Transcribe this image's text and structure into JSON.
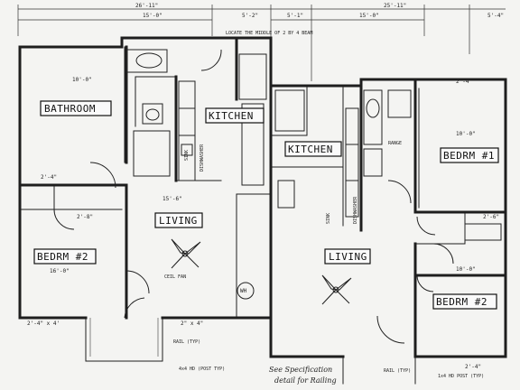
{
  "rooms": {
    "bathroom_1": "BATHROOM",
    "kitchen_1": "KITCHEN",
    "living_1": "LIVING",
    "bedroom_2_left": "BEDRM #2",
    "kitchen_2": "KITCHEN",
    "living_2": "LIVING",
    "bedroom_1_right": "BEDRM #1",
    "bedroom_2_right": "BEDRM #2"
  },
  "dimensions": {
    "top_left_overall": "26'-11\"",
    "top_left_sub": "15'-0\"",
    "top_mid_a": "5'-2\"",
    "top_mid_b": "5'-1\"",
    "top_right_overall": "25'-11\"",
    "top_right_sub": "15'-0\"",
    "top_right_end": "5'-4\"",
    "bath_width": "10'-0\"",
    "living_width": "15'-6\"",
    "bedrm2_left_width": "16'-0\"",
    "left_door": "2'-4\"",
    "left_opening": "2'-8\"",
    "bedrm1_right_width": "10'-0\"",
    "bedrm2_right_width": "10'-0\"",
    "door_2_4_left": "2'-4\" x 4'",
    "door_2_4_right": "2'-4\"",
    "door_2_6": "2'-6\"",
    "door_2_4_mid": "2\" x 4\" ",
    "right_door_top": "2'-4\""
  },
  "notes": {
    "kitchen_note": "LOCATE THE MIDDLE OF 2 BY 4 BEAM",
    "dishwasher_1": "DISHWASHER",
    "dishwasher_2": "DISHWASHER",
    "sink_1": "SINK",
    "sink_2": "SINK",
    "range": "RANGE",
    "entry_left": "RAIL (TYP)",
    "porch_note": "4x4 HD (POST TYP)",
    "script_note": "See Specification",
    "script_note_2": "detail for Railing",
    "right_rail": "RAIL (TYP)",
    "bottom_right_note": "1x4 HD POST (TYP)",
    "ceiling_fan": "CEIL FAN",
    "water_heater": "WH"
  }
}
